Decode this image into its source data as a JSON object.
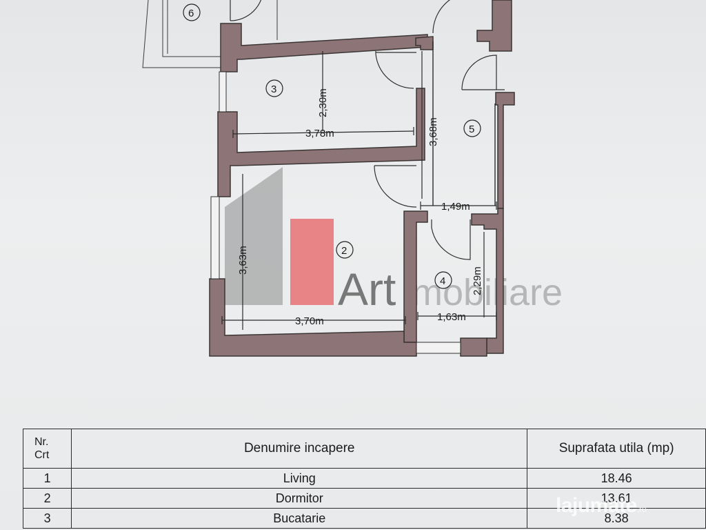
{
  "plan": {
    "rooms": [
      {
        "number": "2",
        "dims": [
          "3,70m",
          "3,63m"
        ]
      },
      {
        "number": "3",
        "dims": [
          "3,78m",
          "2,30m"
        ]
      },
      {
        "number": "4",
        "dims": [
          "1,63m",
          "2,29m"
        ]
      },
      {
        "number": "5",
        "dims": [
          "1,49m",
          "3,68m"
        ]
      },
      {
        "number": "6",
        "dims": []
      }
    ],
    "logo_text": "Art",
    "logo_suffix": "imobiliare"
  },
  "table": {
    "header": {
      "nr_line1": "Nr.",
      "nr_line2": "Crt",
      "name": "Denumire incapere",
      "area": "Suprafata utila (mp)"
    },
    "rows": [
      {
        "nr": "1",
        "name": "Living",
        "area": "18.46"
      },
      {
        "nr": "2",
        "name": "Dormitor",
        "area": "13.61"
      },
      {
        "nr": "3",
        "name": "Bucatarie",
        "area": "8.38"
      }
    ]
  },
  "watermark": {
    "text": "lajumate",
    "suffix": ".ro"
  }
}
